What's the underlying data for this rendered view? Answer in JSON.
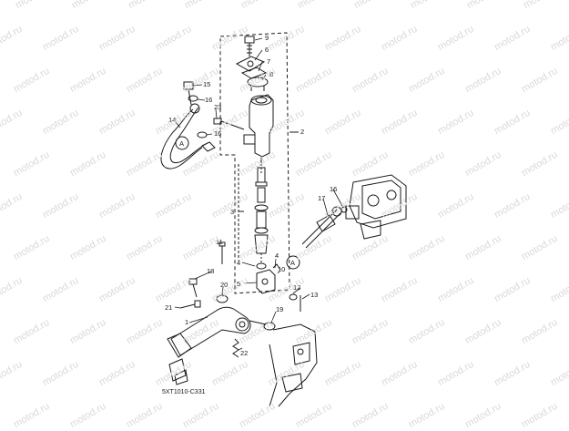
{
  "watermark": "motod.ru",
  "diagram_code": "5XT1010-C331",
  "callout_labels": {
    "p1": "1",
    "p2": "2",
    "p3": "3",
    "p4a": "4",
    "p4b": "4",
    "p5": "5",
    "p6": "6",
    "p7": "7",
    "p8": "8",
    "p9": "9",
    "p10": "10",
    "p11": "11",
    "p12": "12",
    "p13": "13",
    "p14": "14",
    "p15": "15",
    "p16a": "16",
    "p16b": "16",
    "p16c": "16",
    "p17": "17",
    "p18": "18",
    "p19": "19",
    "p20": "20",
    "p21": "21",
    "p22": "22",
    "p23": "23"
  },
  "connector_marks": {
    "left": "A",
    "right": "A"
  },
  "colors": {
    "line": "#1a1a1a",
    "watermark": "#d9d9d9",
    "background": "#ffffff"
  }
}
